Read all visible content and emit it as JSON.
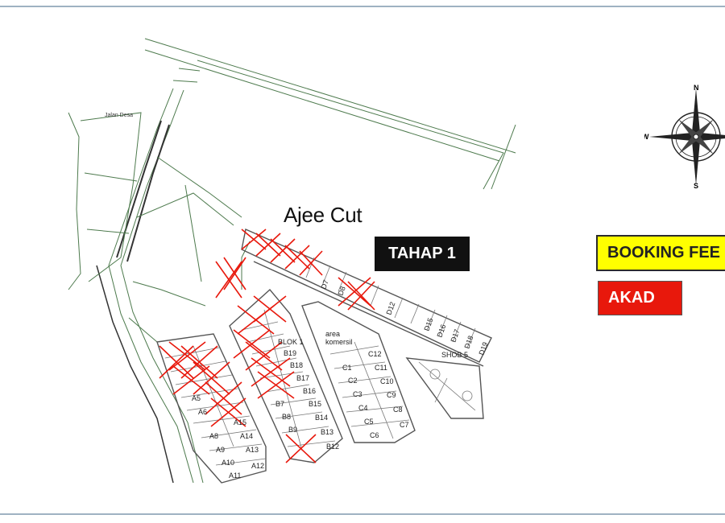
{
  "title": "Ajee Cut",
  "road_label": "Jalan Desa",
  "phase_badge": "TAHAP 1",
  "legend": {
    "booking_fee": "BOOKING FEE",
    "akad": "AKAD",
    "booking_color": "#ffff00",
    "akad_color": "#e8180c"
  },
  "compass": {
    "n": "N",
    "s": "S",
    "w": "W"
  },
  "areas": {
    "commercial": [
      "area",
      "komersil"
    ],
    "blocks": [
      "BLOK 1",
      "SHOB 5"
    ]
  },
  "plots": {
    "A": [
      "A5",
      "A6",
      "A8",
      "A9",
      "A10",
      "A11",
      "A12",
      "A13",
      "A14",
      "A15"
    ],
    "B": [
      "B7",
      "B8",
      "B9",
      "B12",
      "B13",
      "B14",
      "B15",
      "B16",
      "B17",
      "B18",
      "B19"
    ],
    "C": [
      "C1",
      "C2",
      "C3",
      "C4",
      "C5",
      "C6",
      "C7",
      "C8",
      "C9",
      "C10",
      "C11",
      "C12"
    ],
    "D": [
      "D7",
      "D8",
      "D12",
      "D15",
      "D16",
      "D17",
      "D18",
      "D19"
    ]
  }
}
